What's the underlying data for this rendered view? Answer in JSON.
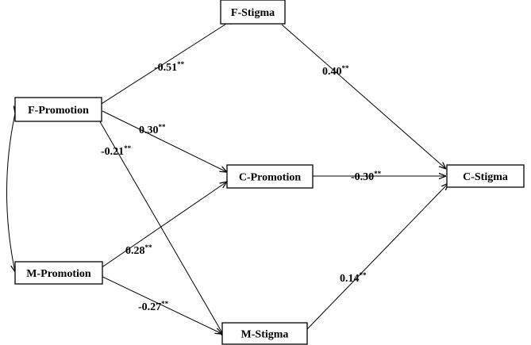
{
  "nodes": {
    "f_stigma": "F-Stigma",
    "f_promotion": "F-Promotion",
    "c_promotion": "C-Promotion",
    "c_stigma": "C-Stigma",
    "m_promotion": "M-Promotion",
    "m_stigma": "M-Stigma"
  },
  "paths": {
    "fpro_fstig": {
      "value": "-0.51",
      "sig": "**"
    },
    "fstig_cstig": {
      "value": "0.40",
      "sig": "**"
    },
    "fpro_cpro": {
      "value": "0.30",
      "sig": "**"
    },
    "fpro_mstig": {
      "value": "-0.21",
      "sig": "**"
    },
    "cpro_cstig": {
      "value": "-0.30",
      "sig": "**"
    },
    "mpro_cpro": {
      "value": "0.28",
      "sig": "**"
    },
    "mpro_mstig": {
      "value": "-0.27",
      "sig": "**"
    },
    "mstig_cstig": {
      "value": "0.14",
      "sig": "**"
    }
  }
}
